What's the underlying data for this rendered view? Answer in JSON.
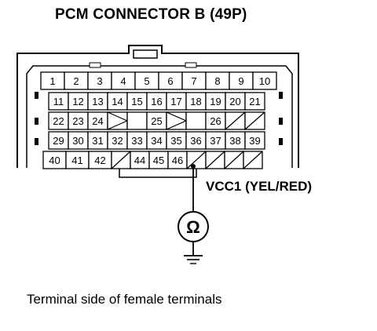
{
  "title": "PCM CONNECTOR B (49P)",
  "meter_label": "VCC1 (YEL/RED)",
  "caption": "Terminal side of female terminals",
  "meter_symbol": "Ω",
  "probed_terminal": "46",
  "rows": [
    [
      "1",
      "2",
      "3",
      "4",
      "5",
      "6",
      "7",
      "8",
      "9",
      "10"
    ],
    [
      "11",
      "12",
      "13",
      "14",
      "15",
      "16",
      "17",
      "18",
      "19",
      "20",
      "21"
    ],
    [
      "22",
      "23",
      "24",
      "",
      "",
      "25",
      "",
      "",
      "26",
      "",
      ""
    ],
    [
      "29",
      "30",
      "31",
      "32",
      "33",
      "34",
      "35",
      "36",
      "37",
      "38",
      "39"
    ],
    [
      "40",
      "41",
      "42",
      "",
      "44",
      "45",
      "46",
      "",
      "",
      "",
      ""
    ]
  ]
}
